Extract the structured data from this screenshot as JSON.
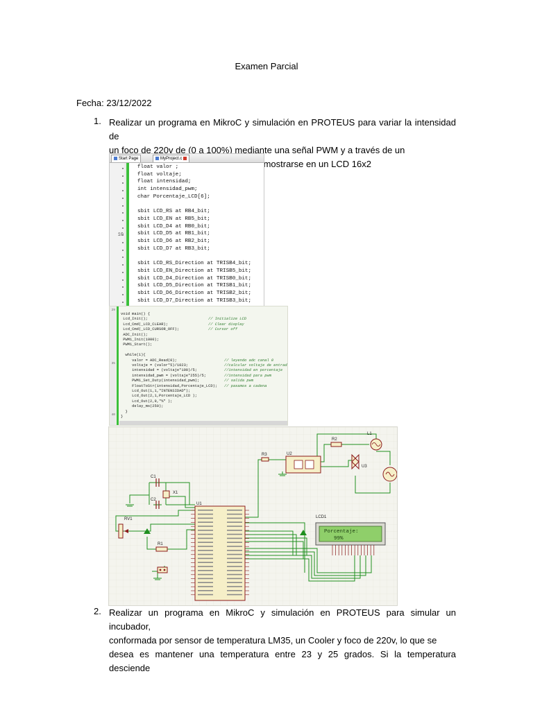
{
  "document": {
    "title": "Examen Parcial",
    "fecha": "Fecha: 23/12/2022"
  },
  "questions": [
    {
      "number": "1.",
      "lines": [
        "Realizar un programa en MikroC y simulación en PROTEUS para variar la intensidad de",
        "un foco de 220v de (0 a 100%) mediante una señal PWM y a través de un",
        "potenciómetro y dichos valores deben mostrarse en un LCD 16x2"
      ]
    },
    {
      "number": "2.",
      "lines": [
        "Realizar un programa en MikroC y simulación en PROTEUS para simular un incubador,",
        "conformada por sensor de temperatura LM35, un Cooler y foco de 220v, lo que se",
        "desea es mantener una temperatura entre 23 y 25 grados. Si la temperatura desciende"
      ]
    }
  ],
  "editor1": {
    "tabs": [
      "Start Page",
      "MyProject.c"
    ],
    "line_number_label": "10",
    "code": [
      "float valor ;",
      "float voltaje;",
      "float intensidad;",
      "int intensidad_pwm;",
      "char Porcentaje_LCD[6];",
      "",
      "sbit LCD_RS at RB4_bit;",
      "sbit LCD_EN at RB5_bit;",
      "sbit LCD_D4 at RB0_bit;",
      "sbit LCD_D5 at RB1_bit;",
      "sbit LCD_D6 at RB2_bit;",
      "sbit LCD_D7 at RB3_bit;",
      "",
      "sbit LCD_RS_Direction at TRISB4_bit;",
      "sbit LCD_EN_Direction at TRISB5_bit;",
      "sbit LCD_D4_Direction at TRISB0_bit;",
      "sbit LCD_D5_Direction at TRISB1_bit;",
      "sbit LCD_D6_Direction at TRISB2_bit;",
      "sbit LCD_D7_Direction at TRISB3_bit;"
    ]
  },
  "editor2": {
    "line_numbers": [
      "29",
      "35",
      "40"
    ],
    "code": [
      {
        "text": "void main() {",
        "comment": ""
      },
      {
        "text": " Lcd_Init();",
        "comment": "// Initialize LCD"
      },
      {
        "text": " Lcd_Cmd(_LCD_CLEAR);",
        "comment": "// Clear display"
      },
      {
        "text": " Lcd_Cmd(_LCD_CURSOR_OFF);",
        "comment": "// Cursor off"
      },
      {
        "text": " ADC_Init();",
        "comment": ""
      },
      {
        "text": " PWM1_Init(1000);",
        "comment": ""
      },
      {
        "text": " PWM1_Start();",
        "comment": ""
      },
      {
        "text": "",
        "comment": ""
      },
      {
        "text": "  while(1){",
        "comment": ""
      },
      {
        "text": "     valor = ADC_Read(0);",
        "comment": "// leyendo adc canal 0"
      },
      {
        "text": "     voltaje = (valor*5)/1023;",
        "comment": "//calcular voltaje de entrada"
      },
      {
        "text": "     intensidad = (voltaje*100)/5;",
        "comment": "//intensidad en porcentaje"
      },
      {
        "text": "     intensidad_pwm = (voltaje*255)/5;",
        "comment": "//intensidad para pwm"
      },
      {
        "text": "     PWM1_Set_Duty(intensidad_pwm);",
        "comment": "// salida pwm"
      },
      {
        "text": "     FloatToStr(intensidad,Porcentaje_LCD);",
        "comment": "// pasamos a cadena"
      },
      {
        "text": "     Lcd_Out(1,1,\"INTENSIDAD\");",
        "comment": ""
      },
      {
        "text": "     Lcd_Out(2,1,Porcentaje_LCD );",
        "comment": ""
      },
      {
        "text": "     Lcd_Out(2,9,\"%\" );",
        "comment": ""
      },
      {
        "text": "     delay_ms(250);",
        "comment": ""
      },
      {
        "text": "  }",
        "comment": ""
      },
      {
        "text": "}",
        "comment": ""
      }
    ]
  },
  "schematic": {
    "components": {
      "c1": "C1",
      "c2": "C2",
      "x1": "X1",
      "rv1": "RV1",
      "r1": "R1",
      "r2": "R2",
      "r3": "R3",
      "u1": "U1",
      "u2": "U2",
      "u3": "U3",
      "l1": "L1",
      "lcd1": "LCD1"
    },
    "lcd_display": {
      "line1": "Porcentaje:",
      "line2": "99%",
      "background": "#8fcf6a",
      "text_color": "#1b3d10"
    },
    "colors": {
      "wire": "#1f8f1f",
      "part": "#8b1a1a",
      "part_fill": "#f6efc8"
    }
  }
}
